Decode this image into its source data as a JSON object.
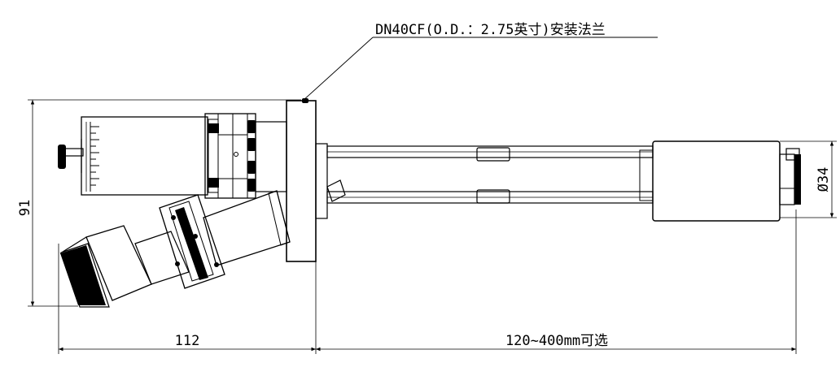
{
  "callout": {
    "flange_label": "DN40CF(O.D.：2.75英寸)安装法兰"
  },
  "dimensions": {
    "height": "91",
    "flange_offset": "112",
    "length_range": "120~400mm可选",
    "diameter": "Ø34"
  },
  "colors": {
    "line": "#000000",
    "background": "#ffffff"
  }
}
